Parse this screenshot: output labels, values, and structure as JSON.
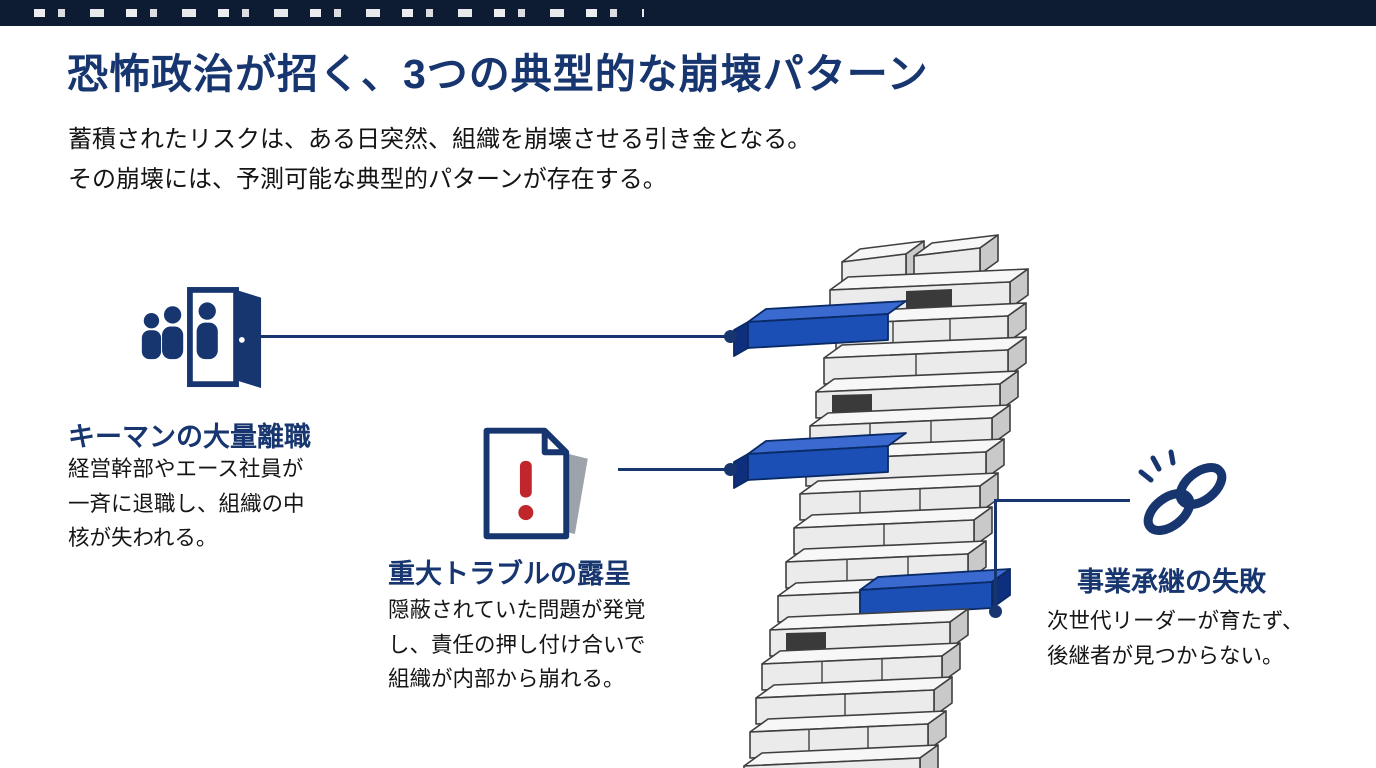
{
  "page": {
    "title": "恐怖政治が招く、3つの典型的な崩壊パターン",
    "subtitle_lines": [
      "蓄積されたリスクは、ある日突然、組織を崩壊させる引き金となる。",
      "その崩壊には、予測可能な典型的パターンが存在する。"
    ]
  },
  "colors": {
    "navy": "#17356e",
    "accent_blue_block": "#1b4fb5",
    "alert_red": "#c0272d",
    "topbar_bg": "#0e1c33",
    "block_gray": "#ebebeb"
  },
  "illustration": {
    "name": "jenga-tower",
    "icon": "jenga-tower-illustration"
  },
  "callouts": [
    {
      "id": "mass-resignation",
      "icon": "people-exiting-door-icon",
      "heading": "キーマンの大量離職",
      "body_lines": [
        "経営幹部やエース社員が",
        "一斉に退職し、組織の中",
        "核が失われる。"
      ]
    },
    {
      "id": "trouble-exposure",
      "icon": "alert-document-icon",
      "heading": "重大トラブルの露呈",
      "body_lines": [
        "隠蔽されていた問題が発覚",
        "し、責任の押し付け合いで",
        "組織が内部から崩れる。"
      ]
    },
    {
      "id": "succession-failure",
      "icon": "broken-chain-icon",
      "heading": "事業承継の失敗",
      "body_lines": [
        "次世代リーダーが育たず、",
        "後継者が見つからない。"
      ]
    }
  ]
}
